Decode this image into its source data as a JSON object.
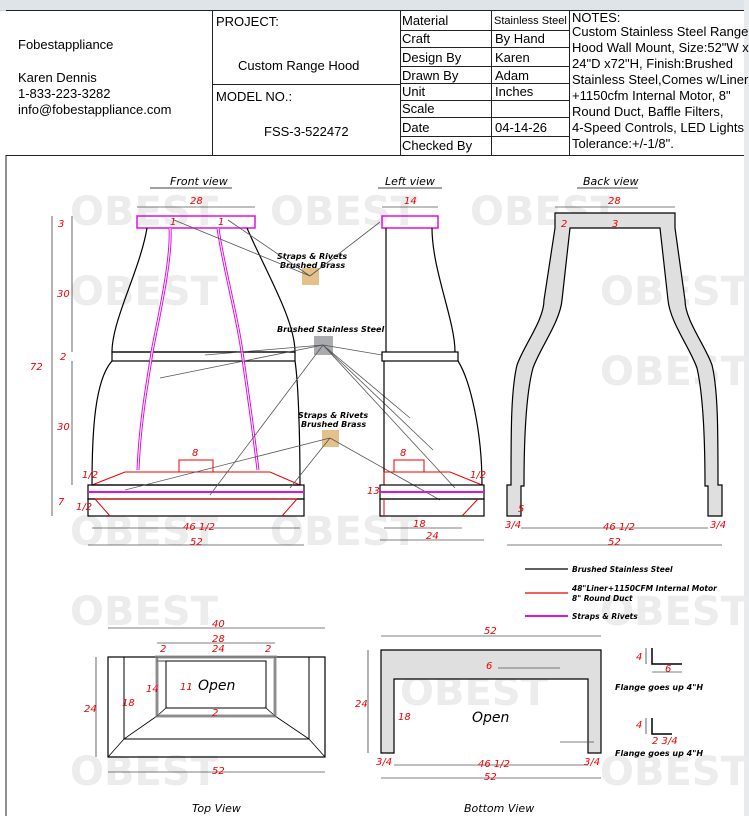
{
  "company": {
    "name": "Fobestappliance",
    "contact": "Karen Dennis",
    "phone": "1-833-223-3282",
    "email": "info@fobestappliance.com"
  },
  "project": {
    "label": "PROJECT:",
    "value": "Custom Range Hood",
    "model_label": "MODEL NO.:",
    "model_value": "FSS-3-522472"
  },
  "specs": [
    {
      "label": "Material",
      "value": "Stainless Steel"
    },
    {
      "label": "Craft",
      "value": "By Hand"
    },
    {
      "label": "Design By",
      "value": "Karen"
    },
    {
      "label": "Drawn By",
      "value": "Adam"
    },
    {
      "label": "Unit",
      "value": "Inches"
    },
    {
      "label": "Scale",
      "value": ""
    },
    {
      "label": "Date",
      "value": "04-14-26"
    },
    {
      "label": "Checked By",
      "value": ""
    }
  ],
  "notes": {
    "label": "NOTES:",
    "lines": [
      "Custom Stainless Steel Range",
      "Hood Wall Mount, Size:52\"W x",
      "24\"D x72\"H, Finish:Brushed",
      "Stainless Steel,Comes w/Liner",
      "+1150cfm Internal Motor, 8\"",
      "Round Duct, Baffle Filters,",
      "4-Speed Controls, LED Lights",
      "Tolerance:+/-1/8\"."
    ]
  },
  "views": {
    "front": "Front view",
    "left": "Left view",
    "back": "Back view",
    "top": "Top View",
    "bottom": "Bottom View"
  },
  "callouts": {
    "straps_1": "Straps & Rivets",
    "brass_1": "Brushed Brass",
    "steel": "Brushed Stainless Steel",
    "straps_2": "Straps & Rivets",
    "brass_2": "Brushed Brass",
    "open_top": "Open",
    "open_bottom": "Open",
    "flange_1": "Flange goes up 4\"H",
    "flange_2": "Flange goes up 4\"H"
  },
  "legend": {
    "steel": "Brushed Stainless Steel",
    "liner_1": "48\"Liner+1150CFM Internal Motor",
    "liner_2": "8\" Round Duct",
    "straps": "Straps & Rivets"
  },
  "watermark": "OBEST",
  "dims": {
    "front_28": "28",
    "front_3": "3",
    "front_1a": "1",
    "front_1b": "1",
    "front_30a": "30",
    "front_2": "2",
    "front_72": "72",
    "front_30b": "30",
    "front_8": "8",
    "front_half": "1/2",
    "front_7": "7",
    "front_frac": "1/2",
    "front_46": "46 1/2",
    "front_52": "52",
    "left_14": "14",
    "left_8": "8",
    "left_13": "13",
    "left_half": "1/2",
    "left_18": "18",
    "left_24": "24",
    "back_28": "28",
    "back_2": "2",
    "back_3": "3",
    "back_5": "5",
    "back_34a": "3/4",
    "back_46": "46 1/2",
    "back_34b": "3/4",
    "back_52": "52",
    "top_40": "40",
    "top_28": "28",
    "top_2a": "2",
    "top_24": "24",
    "top_2b": "2",
    "top_14": "14",
    "top_11": "11",
    "top_18": "18",
    "top_24l": "24",
    "top_2c": "2",
    "top_52": "52",
    "bot_52": "52",
    "bot_6": "6",
    "bot_24": "24",
    "bot_18": "18",
    "bot_34a": "3/4",
    "bot_46": "46 1/2",
    "bot_34b": "3/4",
    "bot_52b": "52",
    "fl_4": "4",
    "fl_6": "6",
    "fl_4b": "4",
    "fl_234": "2 3/4"
  }
}
